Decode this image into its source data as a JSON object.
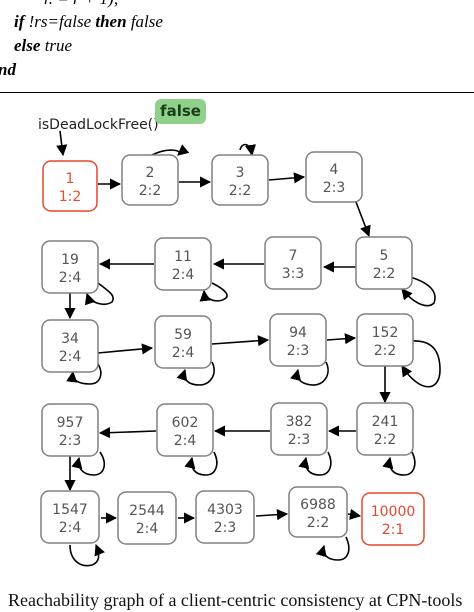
{
  "code": {
    "line0": "r. = r + 1);",
    "line1": {
      "kw1": "if",
      "a": " !rs=false ",
      "kw2": "then",
      "b": " false"
    },
    "line2": {
      "kw": "else",
      "a": " true"
    },
    "line3": "nd"
  },
  "diagram": {
    "function_label": "isDeadLockFree()",
    "result_badge": "false",
    "nodes": [
      {
        "id": "1",
        "state": "1:2",
        "highlight": true
      },
      {
        "id": "2",
        "state": "2:2"
      },
      {
        "id": "3",
        "state": "2:2"
      },
      {
        "id": "4",
        "state": "2:3"
      },
      {
        "id": "19",
        "state": "2:4"
      },
      {
        "id": "11",
        "state": "2:4"
      },
      {
        "id": "7",
        "state": "3:3"
      },
      {
        "id": "5",
        "state": "2:2"
      },
      {
        "id": "34",
        "state": "2:4"
      },
      {
        "id": "59",
        "state": "2:4"
      },
      {
        "id": "94",
        "state": "2:3"
      },
      {
        "id": "152",
        "state": "2:2"
      },
      {
        "id": "957",
        "state": "2:3"
      },
      {
        "id": "602",
        "state": "2:4"
      },
      {
        "id": "382",
        "state": "2:3"
      },
      {
        "id": "241",
        "state": "2:2"
      },
      {
        "id": "1547",
        "state": "2:4"
      },
      {
        "id": "2544",
        "state": "2:4"
      },
      {
        "id": "4303",
        "state": "2:3"
      },
      {
        "id": "6988",
        "state": "2:2"
      },
      {
        "id": "10000",
        "state": "2:1",
        "highlight": true
      }
    ],
    "caption": "Reachability graph of a client-centric consistency at CPN-tools"
  }
}
